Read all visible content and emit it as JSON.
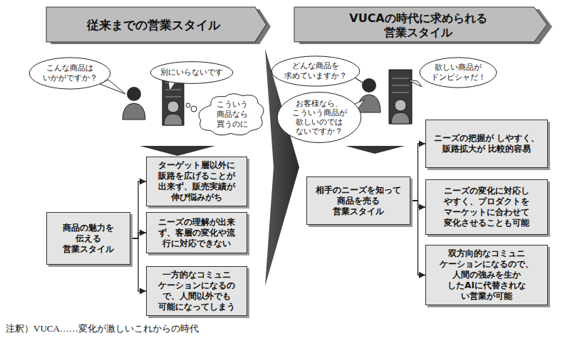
{
  "diagram": {
    "caption": "注釈）VUCA……変化が激しいこれからの時代",
    "nodes": [
      {
        "text": [
          "従来までの営業スタイル"
        ]
      },
      {
        "text": [
          "VUCAの時代に求められる 営業スタイル"
        ]
      },
      {
        "text": [
          "こんな商品は いかがですか？"
        ]
      },
      {
        "text": [
          "別にいらないです"
        ]
      },
      {
        "text": [
          "こういう 商品なら 買うのに"
        ]
      },
      {
        "text": [
          "どんな商品を 求めていますか？"
        ]
      },
      {
        "text": [
          "欲しい商品が ドンピシャだ！"
        ]
      },
      {
        "text": [
          "お客様なら、 こういう商品が 欲しいのでは ないですか？"
        ]
      },
      {
        "text": [
          "商品の魅力を 伝える 営業スタイル"
        ]
      },
      {
        "text": [
          "ターゲット層以外に 販路を広げることが 出来ず、販売実績が 伸び悩みがち"
        ]
      },
      {
        "text": [
          "ニーズの理解が出来 ず、客層の変化や流 行に対応できない"
        ]
      },
      {
        "text": [
          "一方的なコミュニ ケーションになるの で、人間以外でも 可能になってしまう"
        ]
      },
      {
        "text": [
          "相手のニーズを知って 商品を売る 営業スタイル"
        ]
      },
      {
        "text": [
          "ニーズの把握が しやすく、販路拡大が 比較的容易"
        ]
      },
      {
        "text": [
          "ニーズの変化に対応し やすく、プロダクトを マーケットに合わせて 変化させることも可能"
        ]
      },
      {
        "text": [
          "双方向的なコミュニ ケーションになるので、 人間の強みを生か したAIに代替されな い営業が可能"
        ]
      }
    ],
    "edges": [
      {
        "from": 8,
        "to": 9,
        "arrow": "to"
      },
      {
        "from": 8,
        "to": 10,
        "arrow": "to"
      },
      {
        "from": 8,
        "to": 11,
        "arrow": "to"
      },
      {
        "from": 12,
        "to": 13,
        "arrow": "to"
      },
      {
        "from": 12,
        "to": 14,
        "arrow": "to"
      },
      {
        "from": 12,
        "to": 15,
        "arrow": "to"
      }
    ]
  }
}
